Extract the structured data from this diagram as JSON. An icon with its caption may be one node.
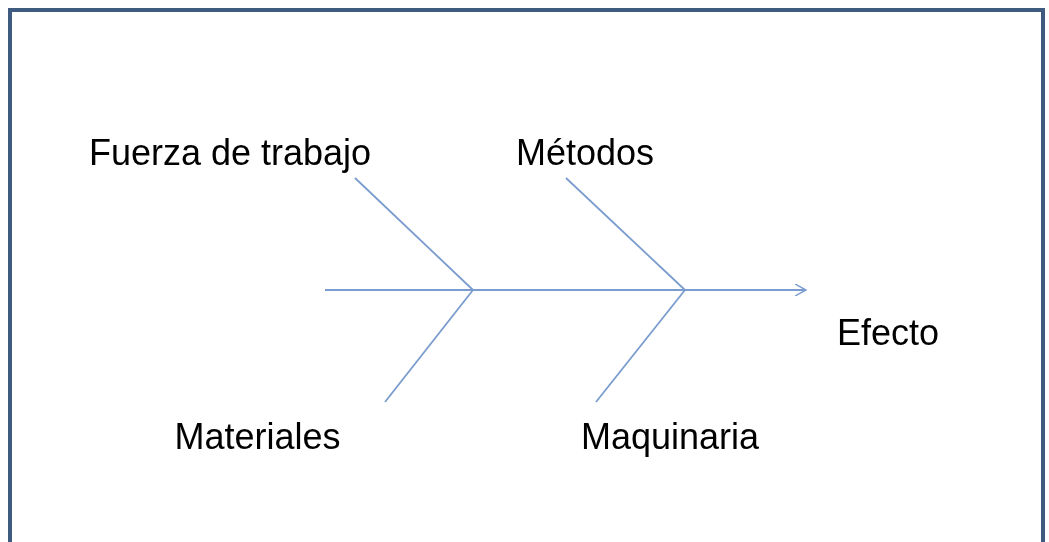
{
  "diagram": {
    "nodes": [
      {
        "text": [
          "Fuerza de trabajo"
        ]
      },
      {
        "text": [
          "Métodos"
        ]
      },
      {
        "text": [
          "Materiales"
        ]
      },
      {
        "text": [
          "Maquinaria"
        ]
      },
      {
        "text": [
          "Efecto"
        ]
      }
    ],
    "edges": [
      {
        "from": 0,
        "to": null,
        "arrow": "none"
      },
      {
        "from": 1,
        "to": null,
        "arrow": "none"
      },
      {
        "from": 2,
        "to": null,
        "arrow": "none"
      },
      {
        "from": 3,
        "to": null,
        "arrow": "none"
      },
      {
        "from": null,
        "to": 4,
        "arrow": "to"
      }
    ]
  }
}
